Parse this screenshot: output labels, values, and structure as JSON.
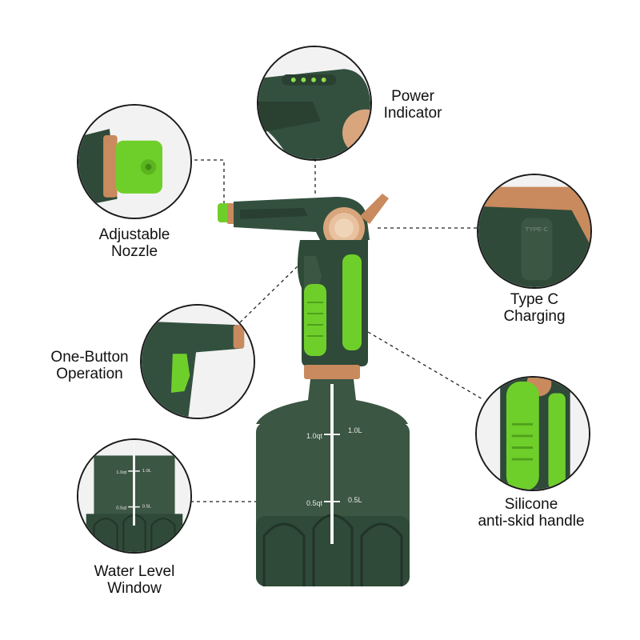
{
  "features": {
    "power_indicator": {
      "line1": "Power",
      "line2": "Indicator"
    },
    "adjustable_nozzle": {
      "line1": "Adjustable",
      "line2": "Nozzle"
    },
    "type_c": {
      "line1": "Type C",
      "line2": "Charging"
    },
    "one_button": {
      "line1": "One-Button",
      "line2": "Operation"
    },
    "silicone_handle": {
      "line1": "Silicone",
      "line2": "anti-skid handle"
    },
    "water_level": {
      "line1": "Water Level",
      "line2": "Window"
    }
  },
  "bottle_marks": {
    "left_high": "1.0qt",
    "right_high": "1.0L",
    "left_low": "0.5qt",
    "right_low": "0.5L"
  },
  "charging_port_text": "TYPE-C",
  "colors": {
    "body_green": "#3b5643",
    "dark_green": "#2f4a38",
    "accent_green": "#6fcf2a",
    "copper": "#c98a5e",
    "ink": "#111111"
  }
}
